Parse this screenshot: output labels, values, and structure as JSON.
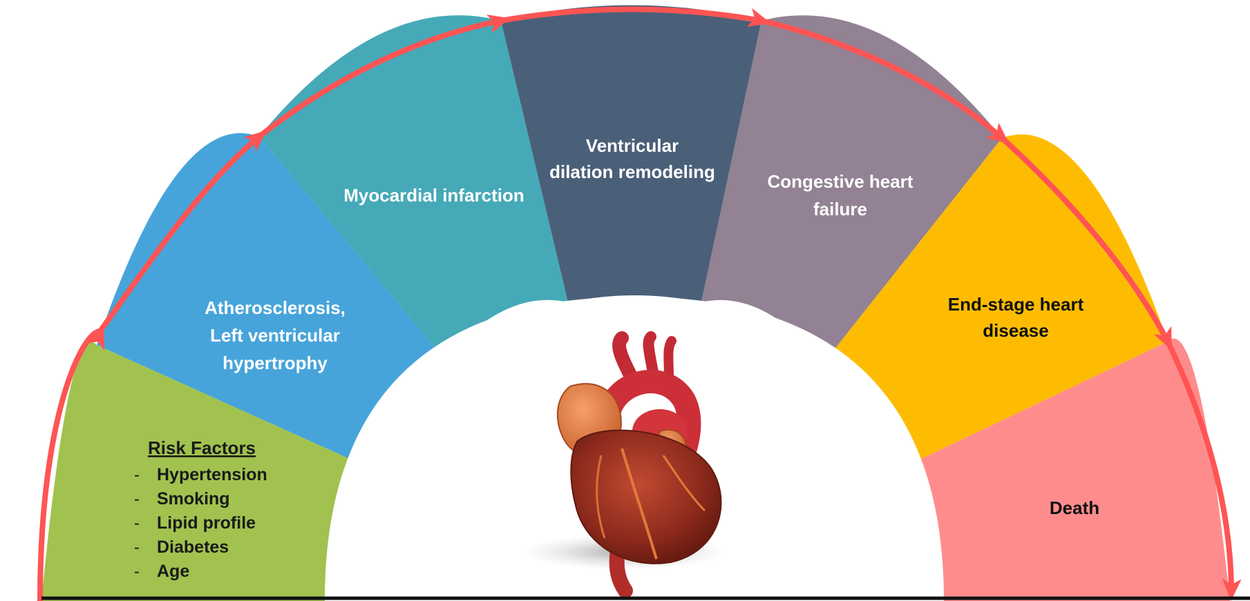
{
  "stages": [
    {
      "id": "risk-factors",
      "color": "#a1c24f",
      "text_color": "#1a1a1a",
      "lines": []
    },
    {
      "id": "atherosclerosis",
      "color": "#47a4da",
      "text_color": "#ffffff",
      "lines": [
        "Atherosclerosis,",
        "Left ventricular",
        "hypertrophy"
      ]
    },
    {
      "id": "myocardial-infarction",
      "color": "#46a9b8",
      "text_color": "#ffffff",
      "lines": [
        "Myocardial infarction"
      ]
    },
    {
      "id": "ventricular-dilation",
      "color": "#4a6078",
      "text_color": "#ffffff",
      "lines": [
        "Ventricular",
        "dilation remodeling"
      ]
    },
    {
      "id": "congestive-heart-failure",
      "color": "#928293",
      "text_color": "#ffffff",
      "lines": [
        "Congestive heart",
        "failure"
      ]
    },
    {
      "id": "end-stage-heart-disease",
      "color": "#fdbc02",
      "text_color": "#111111",
      "lines": [
        "End-stage heart",
        "disease"
      ]
    },
    {
      "id": "death",
      "color": "#ff8c8c",
      "text_color": "#111111",
      "lines": [
        "Death"
      ]
    }
  ],
  "risk_factors": {
    "title": "Risk Factors",
    "bullet": "-",
    "items": [
      "Hypertension",
      "Smoking",
      "Lipid profile",
      "Diabetes",
      "Age"
    ]
  },
  "arrow_color": "#ff5454",
  "heart_icon": "heart-icon"
}
